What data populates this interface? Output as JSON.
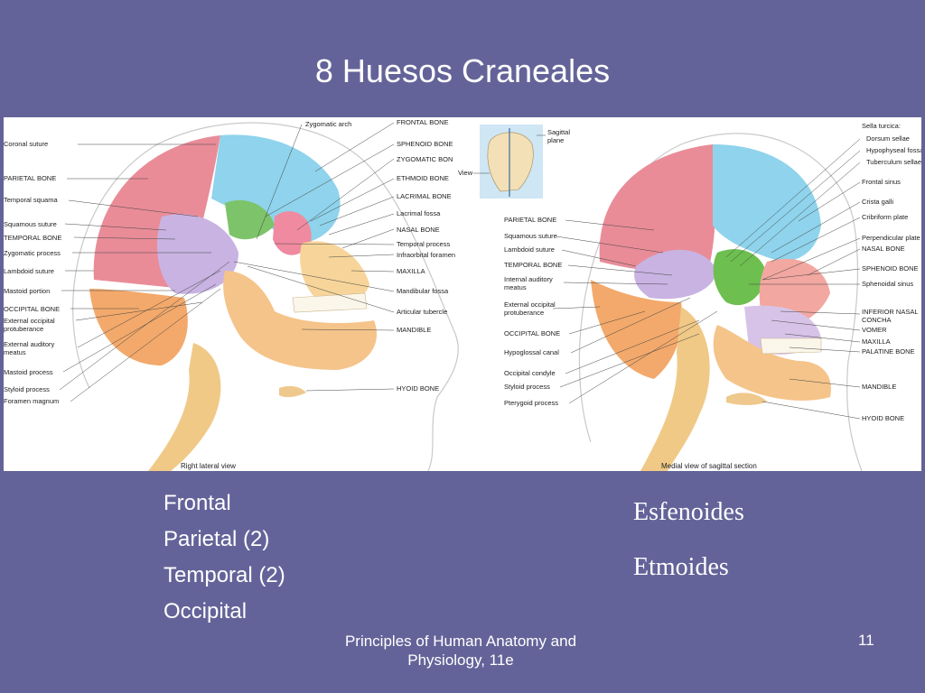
{
  "title": "8 Huesos Craneales",
  "figure": {
    "left_labels": [
      "Coronal suture",
      "PARIETAL BONE",
      "Temporal squama",
      "Squamous suture",
      "TEMPORAL BONE",
      "Zygomatic process",
      "Lambdoid suture",
      "Mastoid portion",
      "OCCIPITAL BONE",
      "External occipital protuberance",
      "External auditory meatus",
      "Mastoid process",
      "Styloid process",
      "Foramen magnum"
    ],
    "left_right_labels": [
      "Zygomatic arch",
      "FRONTAL BONE",
      "SPHENOID BONE",
      "ZYGOMATIC BON",
      "ETHMOID BONE",
      "LACRIMAL BONE",
      "Lacrimal fossa",
      "NASAL BONE",
      "Temporal process",
      "Infraorbital foramen",
      "MAXILLA",
      "Mandibular fossa",
      "Articular tubercle",
      "MANDIBLE",
      "HYOID BONE"
    ],
    "inset_labels": [
      "Sagittal plane",
      "View"
    ],
    "medial_left_labels": [
      "PARIETAL BONE",
      "Squamous suture",
      "Lambdoid suture",
      "TEMPORAL BONE",
      "Internal auditory meatus",
      "External occipital protuberance",
      "OCCIPITAL BONE",
      "Hypoglossal canal",
      "Occipital condyle",
      "Styloid process",
      "Pterygoid process"
    ],
    "medial_right_labels": [
      "Sella turcica:",
      "Dorsum sellae",
      "Hypophyseal fossa",
      "Tuberculum sellae",
      "Frontal sinus",
      "Crista galli",
      "Cribriform plate",
      "Perpendicular plate",
      "NASAL BONE",
      "SPHENOID BONE",
      "Sphenoidal sinus",
      "INFERIOR NASAL CONCHA",
      "VOMER",
      "MAXILLA",
      "PALATINE BONE",
      "MANDIBLE",
      "HYOID BONE"
    ],
    "caption_left": "Right lateral view",
    "caption_right": "Medial view of sagittal section"
  },
  "bullets": [
    "Frontal",
    "Parietal (2)",
    "Temporal (2)",
    "Occipital"
  ],
  "right_items": [
    "Esfenoides",
    "Etmoides"
  ],
  "footer": "Principles of Human Anatomy and Physiology, 11e",
  "page_number": "11"
}
